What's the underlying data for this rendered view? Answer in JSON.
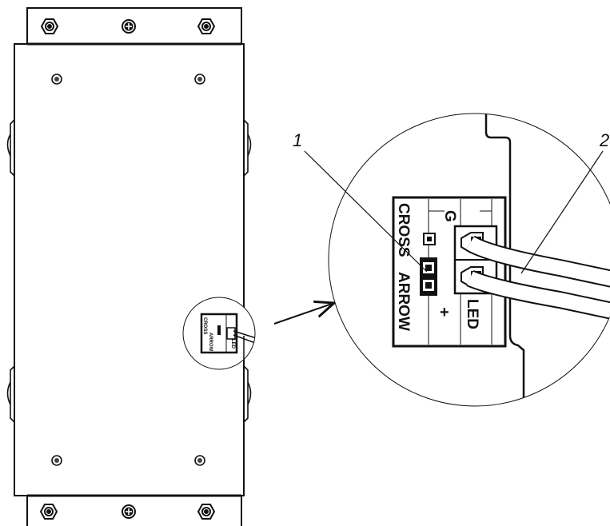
{
  "callouts": {
    "one": "1",
    "two": "2"
  },
  "labels": {
    "cross": "CROSS",
    "arrow": "ARROW",
    "ground": "G",
    "led": "LED",
    "plus": "+"
  },
  "colors": {
    "line": "#111111",
    "background": "#ffffff",
    "pin": "#1a1a1a"
  }
}
